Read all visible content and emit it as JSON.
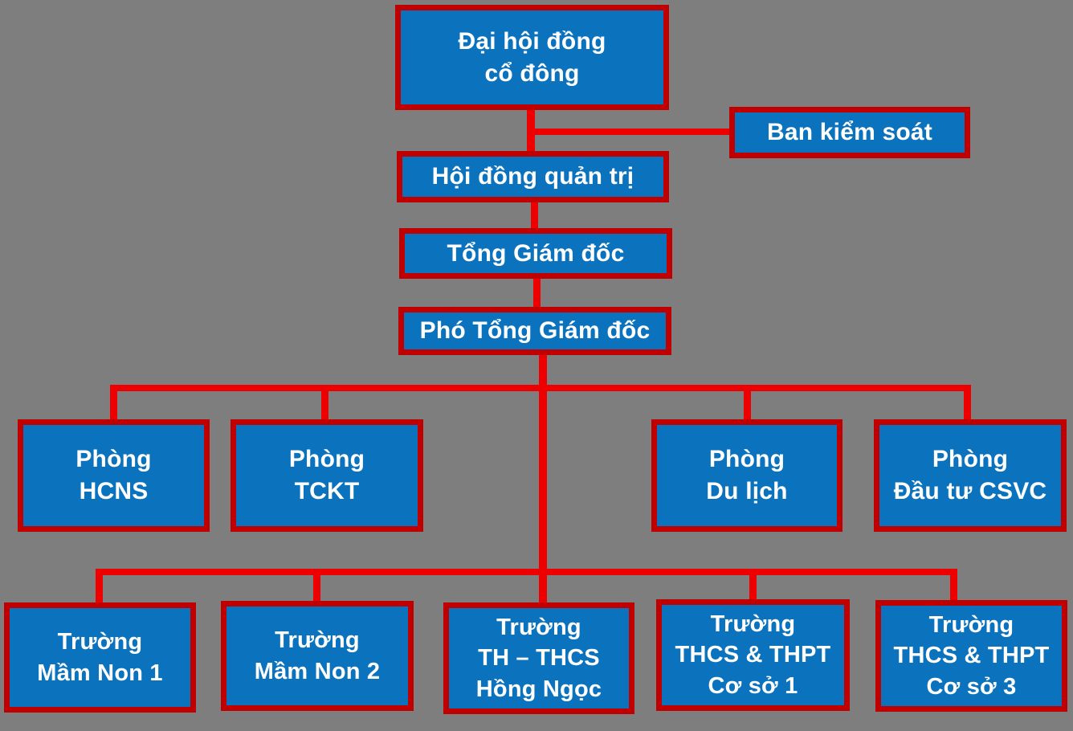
{
  "canvas": {
    "background_color": "#7E7E7E",
    "box_fill_color": "#0B72BE",
    "box_border_color": "#C00000",
    "connector_color": "#EE0000",
    "text_color": "#FFFFFF"
  },
  "org": {
    "shareholders": {
      "lines": [
        "Đại hội đồng",
        "cổ đông"
      ]
    },
    "supervisory_board": {
      "label": "Ban kiểm soát"
    },
    "board_of_directors": {
      "label": "Hội đồng quản trị"
    },
    "general_director": {
      "label": "Tổng Giám đốc"
    },
    "deputy_general_director": {
      "label": "Phó Tổng Giám đốc"
    },
    "departments": [
      {
        "lines": [
          "Phòng",
          "HCNS"
        ]
      },
      {
        "lines": [
          "Phòng",
          "TCKT"
        ]
      },
      {
        "lines": [
          "Phòng",
          "Du lịch"
        ]
      },
      {
        "lines": [
          "Phòng",
          "Đầu tư CSVC"
        ]
      }
    ],
    "schools": [
      {
        "lines": [
          "Trường",
          "Mầm Non 1"
        ]
      },
      {
        "lines": [
          "Trường",
          "Mầm Non 2"
        ]
      },
      {
        "lines": [
          "Trường",
          "TH – THCS",
          "Hồng Ngọc"
        ]
      },
      {
        "lines": [
          "Trường",
          "THCS & THPT",
          "Cơ sở 1"
        ]
      },
      {
        "lines": [
          "Trường",
          "THCS & THPT",
          "Cơ sở 3"
        ]
      }
    ]
  }
}
